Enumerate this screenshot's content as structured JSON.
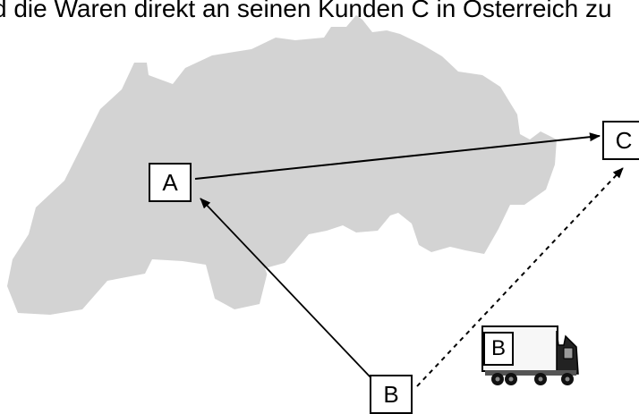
{
  "caption": "d die Waren direkt an seinen Kunden C in Österreich zu",
  "nodes": {
    "a": "A",
    "b": "B",
    "c": "C"
  },
  "truck": {
    "label": "B"
  },
  "colors": {
    "map_fill": "#d3d3d3",
    "line": "#000000",
    "box_border": "#000000",
    "background": "#ffffff"
  },
  "icons": {
    "vehicle": "truck-icon",
    "region": "switzerland-map"
  }
}
